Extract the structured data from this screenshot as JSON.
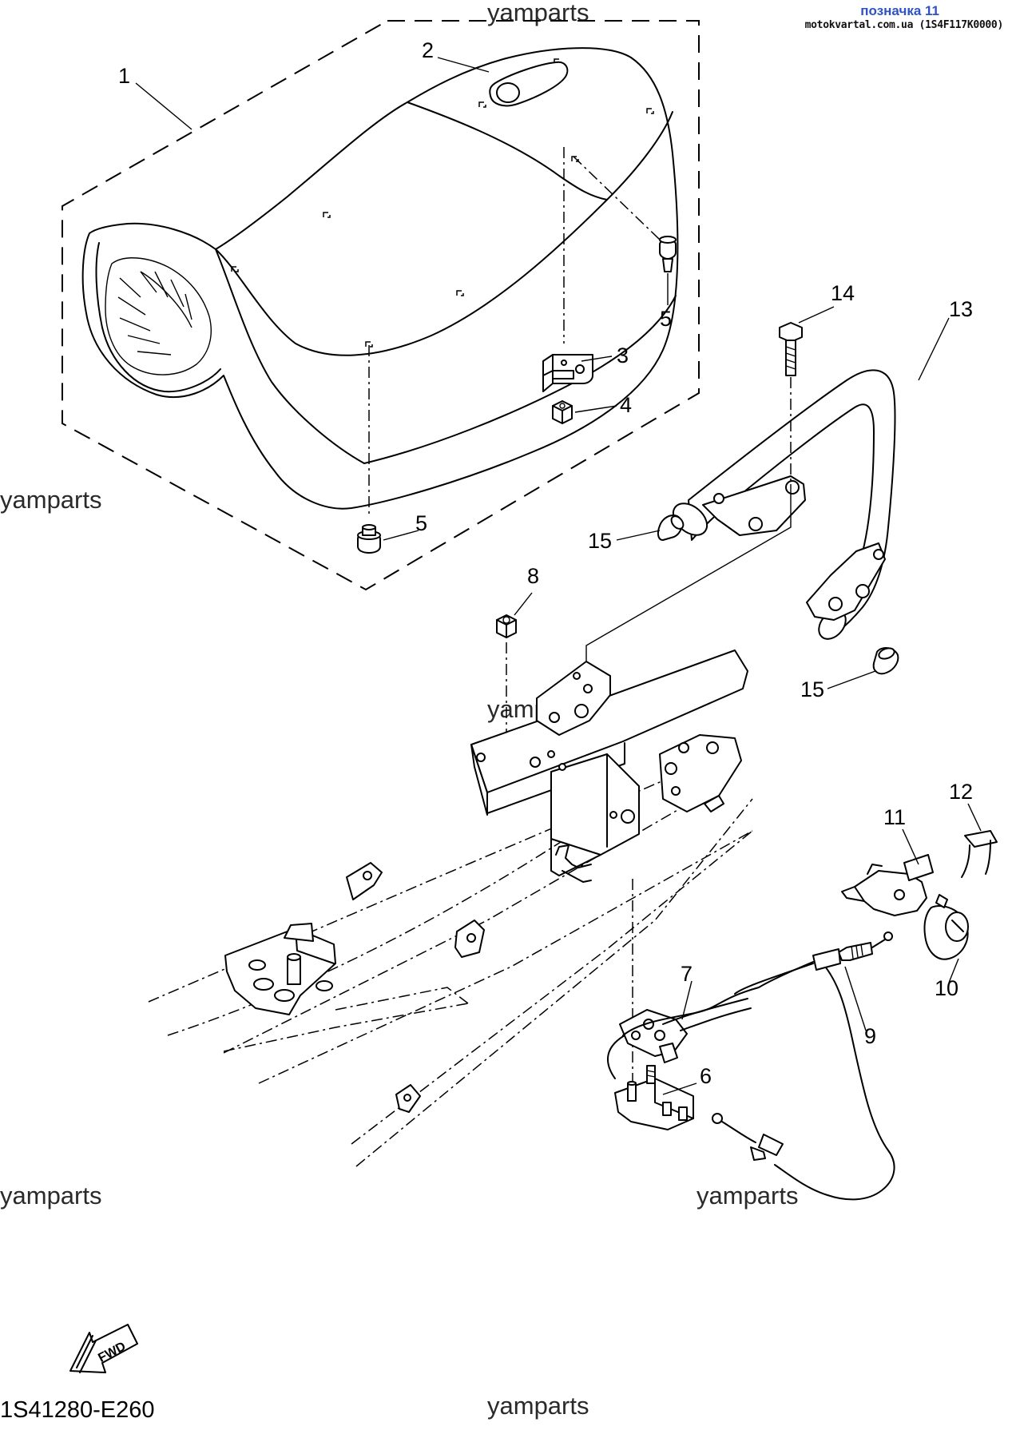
{
  "header": {
    "title": "позначка 11",
    "site": "motokvartal.com.ua (1S4F117K0000)"
  },
  "watermark": "yamparts",
  "diagram_code": "1S41280-E260",
  "fwd_label": "FWD",
  "parts": [
    {
      "id": "part-1",
      "label": "1"
    },
    {
      "id": "part-2",
      "label": "2"
    },
    {
      "id": "part-3",
      "label": "3"
    },
    {
      "id": "part-4",
      "label": "4"
    },
    {
      "id": "part-5a",
      "label": "5"
    },
    {
      "id": "part-5b",
      "label": "5"
    },
    {
      "id": "part-6",
      "label": "6"
    },
    {
      "id": "part-7",
      "label": "7"
    },
    {
      "id": "part-8",
      "label": "8"
    },
    {
      "id": "part-9",
      "label": "9"
    },
    {
      "id": "part-10",
      "label": "10"
    },
    {
      "id": "part-11",
      "label": "11"
    },
    {
      "id": "part-12",
      "label": "12"
    },
    {
      "id": "part-13",
      "label": "13"
    },
    {
      "id": "part-14",
      "label": "14"
    },
    {
      "id": "part-15a",
      "label": "15"
    },
    {
      "id": "part-15b",
      "label": "15"
    }
  ],
  "colors": {
    "header_accent": "#2f52c4",
    "line": "#000000",
    "background": "#ffffff"
  }
}
